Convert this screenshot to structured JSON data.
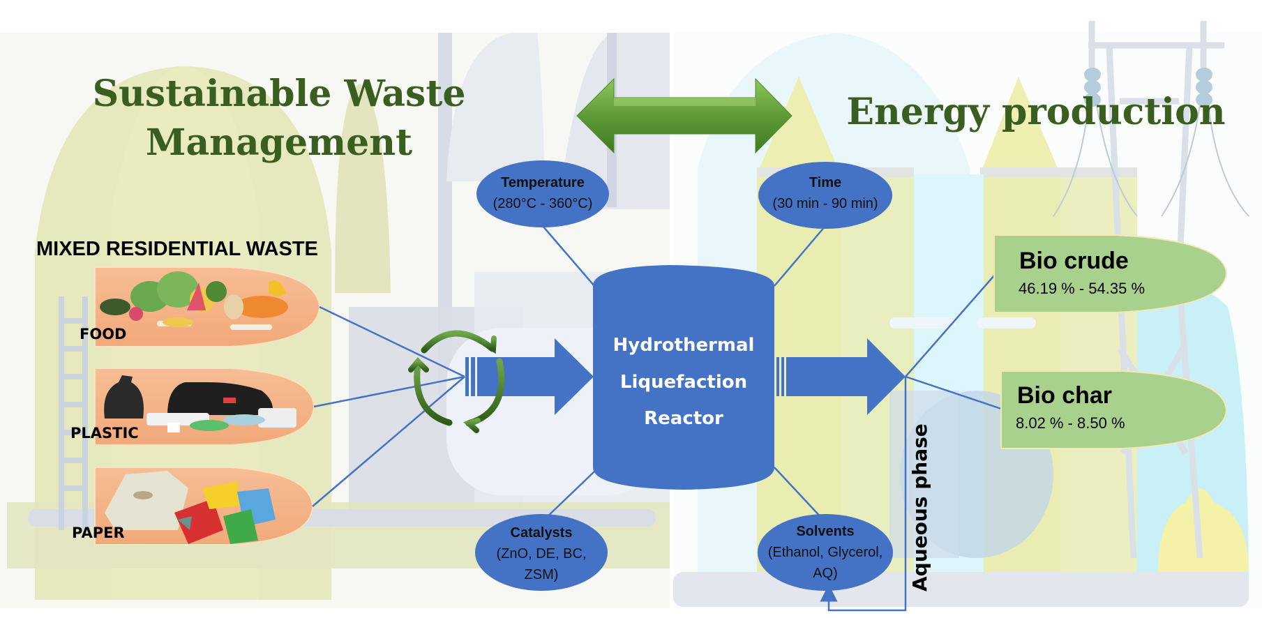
{
  "titles": {
    "left_line1": "Sustainable Waste",
    "left_line2": "Management",
    "right": "Energy production"
  },
  "colors": {
    "title_green": "#3a5e20",
    "arrow_green": "#5f9a37",
    "process_blue": "#4472c4",
    "product_green": "#a9d18e",
    "waste_peach": "#f4b183",
    "scene_yellow": "#e8ecb0",
    "scene_blue": "#d6f4fb"
  },
  "feedstock": {
    "heading": "MIXED RESIDENTIAL WASTE",
    "items": [
      {
        "label": "FOOD",
        "icon": "food-waste-icon"
      },
      {
        "label": "PLASTIC",
        "icon": "plastic-bags-icon"
      },
      {
        "label": "PAPER",
        "icon": "paper-waste-icon"
      }
    ]
  },
  "parameters": {
    "temperature": {
      "title": "Temperature",
      "value": "(280°C - 360°C)"
    },
    "time": {
      "title": "Time",
      "value": "(30 min - 90 min)"
    },
    "catalysts": {
      "title": "Catalysts",
      "value_line1": "(ZnO, DE, BC,",
      "value_line2": "ZSM)"
    },
    "solvents": {
      "title": "Solvents",
      "value_line1": "(Ethanol, Glycerol,",
      "value_line2": "AQ)"
    }
  },
  "reactor": {
    "line1": "Hydrothermal",
    "line2": "Liquefaction",
    "line3": "Reactor"
  },
  "products": [
    {
      "name": "Bio crude",
      "range": "46.19 % - 54.35 %"
    },
    {
      "name": "Bio char",
      "range": "8.02 % - 8.50 %"
    }
  ],
  "recycle": {
    "label": "Aqueous phase"
  },
  "icons": {
    "double_arrow": "double-headed-arrow-icon",
    "recycle": "recycle-arrows-icon",
    "flow_arrow": "right-arrow-icon"
  }
}
